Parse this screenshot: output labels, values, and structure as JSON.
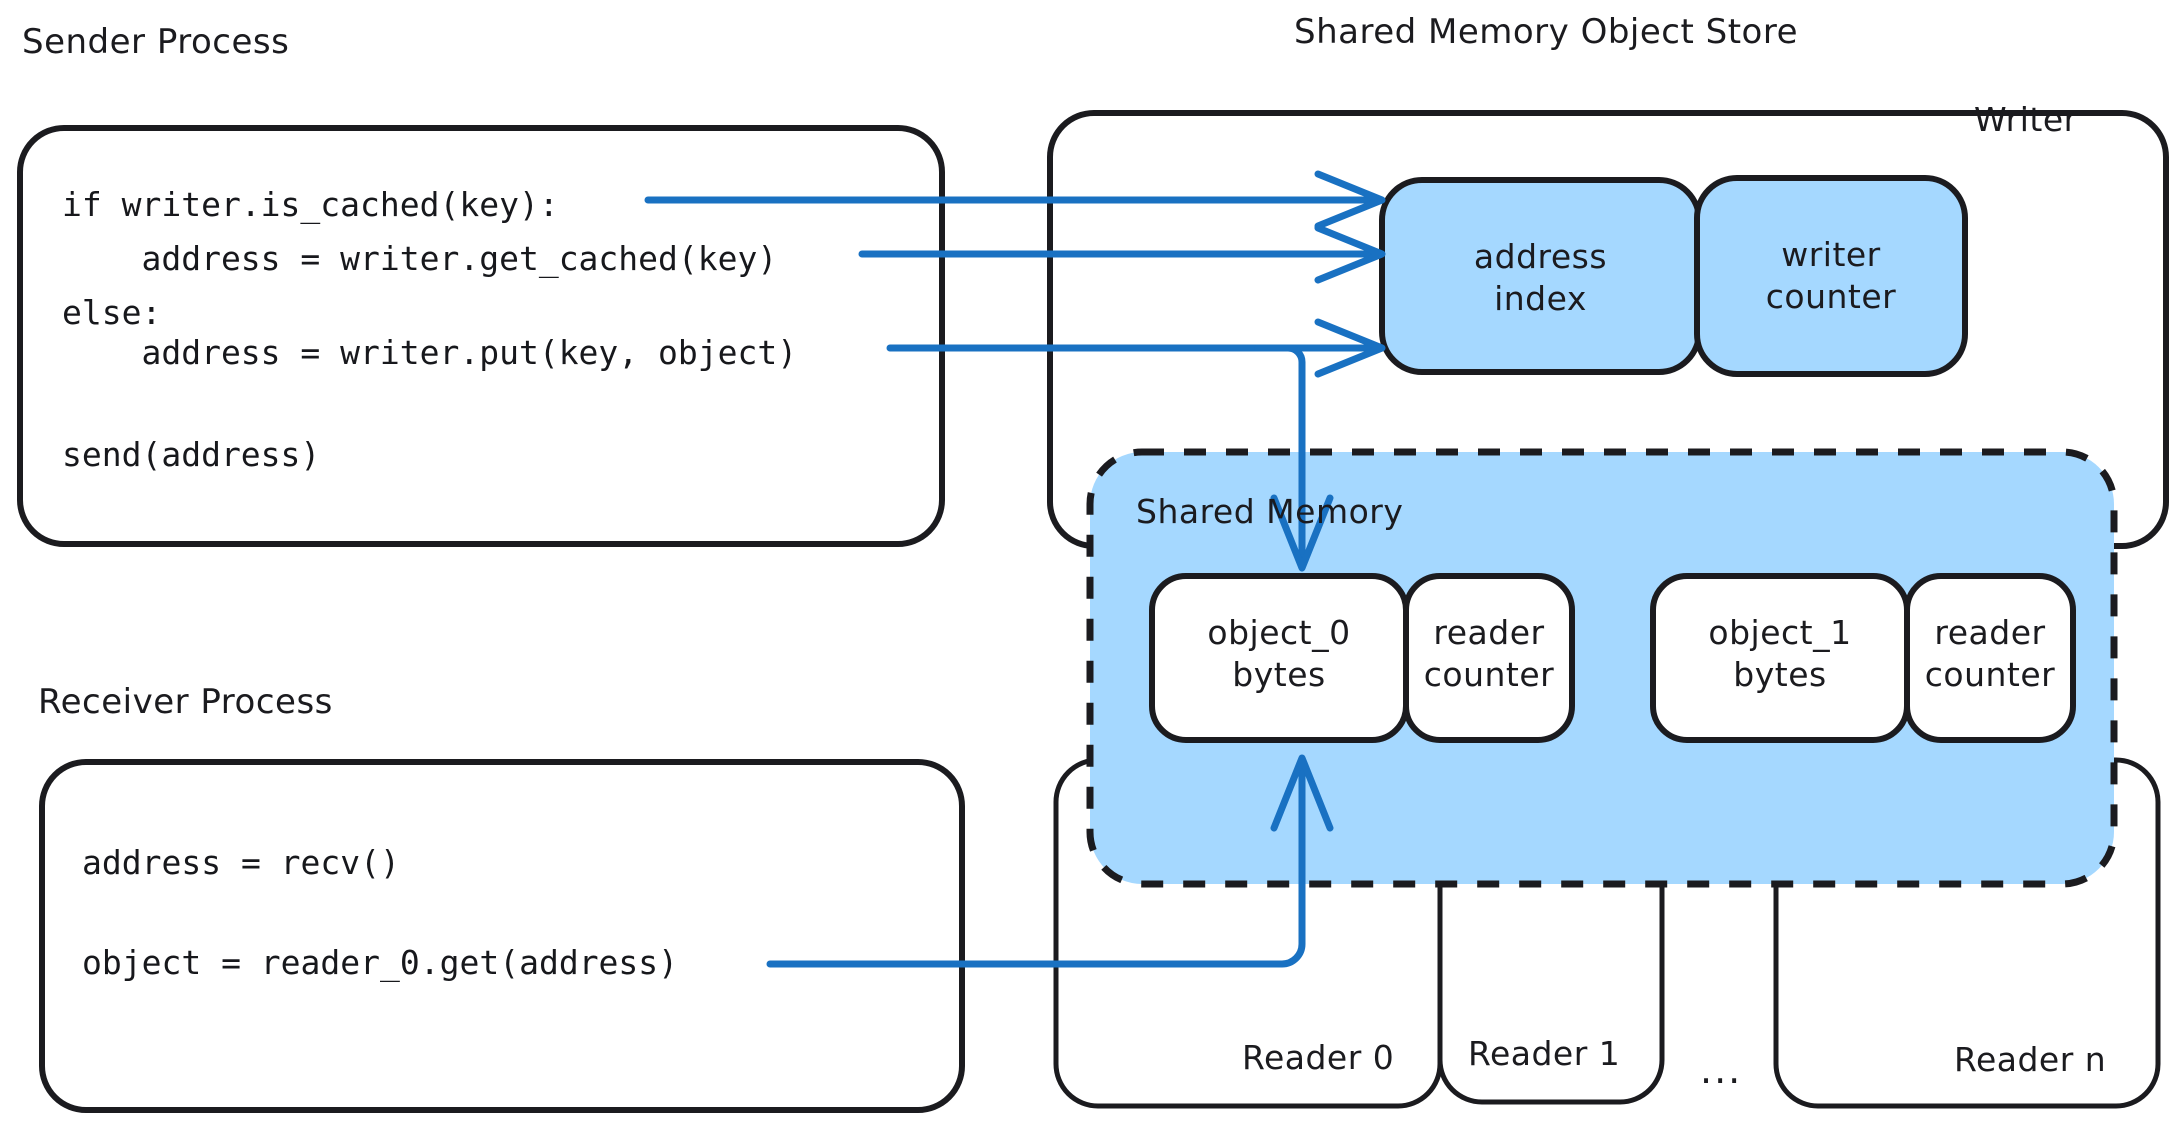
{
  "colors": {
    "stroke": "#1b1b1f",
    "arrow": "#1971c2",
    "fill_blue": "#a5d8ff",
    "fill_white": "#ffffff",
    "background": "#ffffff"
  },
  "captions": {
    "sender_process": "Sender Process",
    "receiver_process": "Receiver Process",
    "shared_memory_object_store": "Shared Memory Object Store"
  },
  "sender_code": {
    "line1": "if writer.is_cached(key):",
    "line2": "    address = writer.get_cached(key)",
    "line3": "else:",
    "line4": "    address = writer.put(key, object)",
    "line5": "",
    "line6": "send(address)"
  },
  "receiver_code": {
    "line1": "address = recv()",
    "line2": "object = reader_0.get(address)"
  },
  "store": {
    "writer_label": "Writer",
    "address_index": "address\nindex",
    "address_index_line1": "address",
    "address_index_line2": "index",
    "writer_counter_line1": "writer",
    "writer_counter_line2": "counter"
  },
  "shared_memory": {
    "label": "Shared Memory",
    "slots": [
      {
        "object_line1": "object_0",
        "object_line2": "bytes",
        "counter_line1": "reader",
        "counter_line2": "counter"
      },
      {
        "object_line1": "object_1",
        "object_line2": "bytes",
        "counter_line1": "reader",
        "counter_line2": "counter"
      }
    ]
  },
  "readers": {
    "reader_0": "Reader 0",
    "reader_1": "Reader 1",
    "ellipsis": "...",
    "reader_n": "Reader n"
  }
}
